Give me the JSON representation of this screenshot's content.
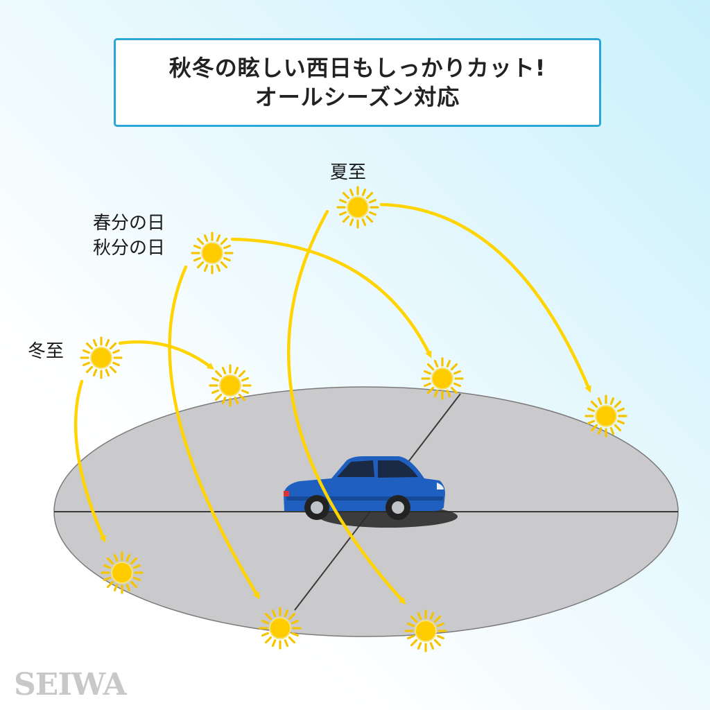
{
  "title": {
    "line1": "秋冬の眩しい西日もしっかりカット!",
    "line2": "オールシーズン対応"
  },
  "labels": {
    "summer_solstice": "夏至",
    "spring_equinox": "春分の日",
    "autumn_equinox": "秋分の日",
    "winter_solstice": "冬至"
  },
  "logo": "SEIWA",
  "colors": {
    "sun": "#f5c400",
    "arrow": "#ffd400",
    "ground": "#cacacc",
    "title_border": "#2aa7d6",
    "car": "#1f5fbf"
  },
  "icons": [
    "sun-icon",
    "car-icon",
    "arrow-icon"
  ]
}
